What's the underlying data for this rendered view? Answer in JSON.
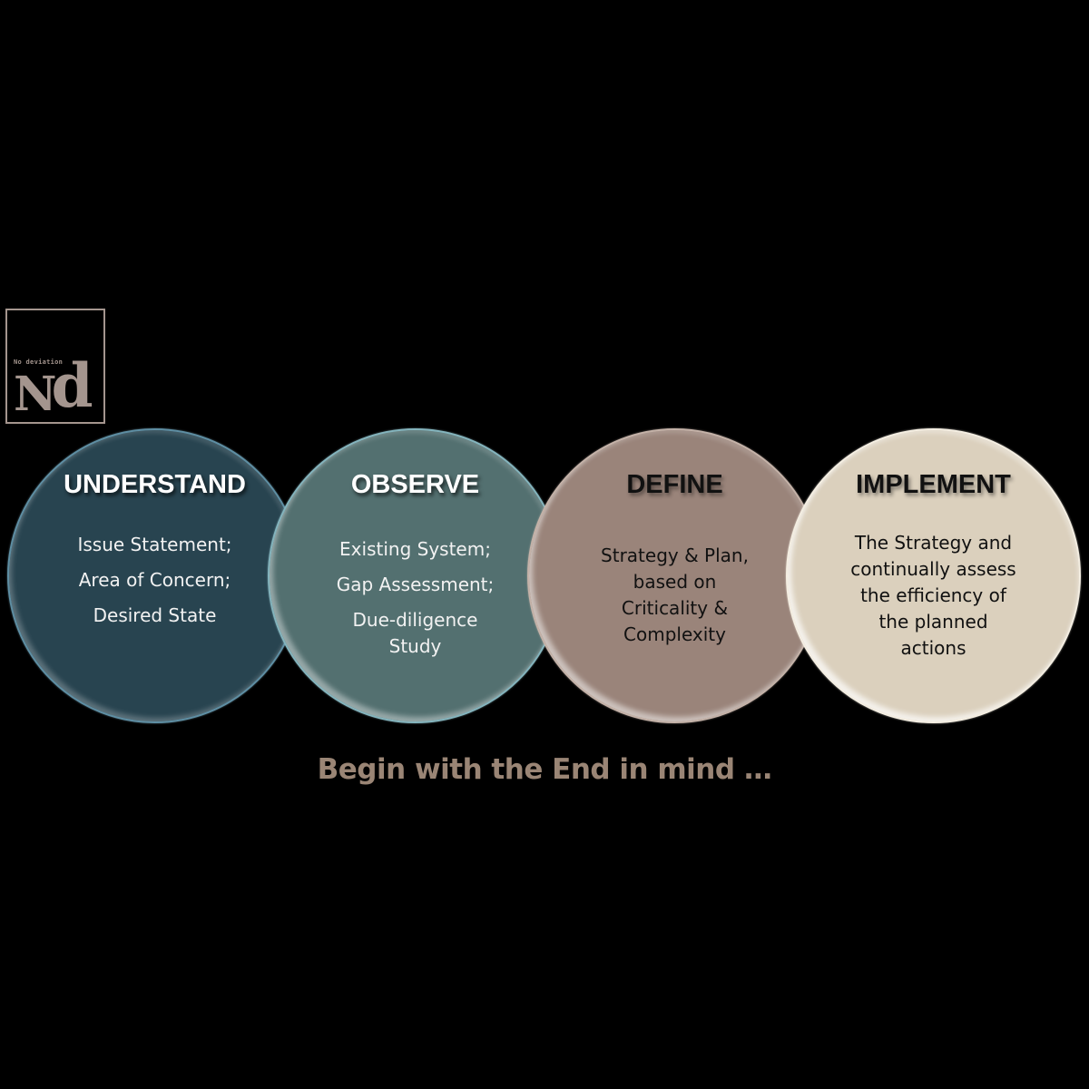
{
  "logo": {
    "small_text": "No deviation",
    "big_text_n": "N",
    "big_text_d": "d",
    "color": "#a4958e"
  },
  "stages": [
    {
      "title": "UNDERSTAND",
      "lines": [
        "Issue Statement;",
        "Area of Concern;",
        "Desired State"
      ],
      "color": "#284450"
    },
    {
      "title": "OBSERVE",
      "lines": [
        "Existing System;",
        "Gap Assessment;",
        "Due-diligence",
        "Study"
      ],
      "color": "#537070"
    },
    {
      "title": "DEFINE",
      "lines": [
        "Strategy & Plan,",
        "based on",
        "Criticality &",
        "Complexity"
      ],
      "color": "#9a847a"
    },
    {
      "title": "IMPLEMENT",
      "lines": [
        "The Strategy and",
        "continually assess",
        "the efficiency of",
        "the planned",
        "actions"
      ],
      "color": "#dbd0bd"
    }
  ],
  "tagline": {
    "text": "Begin with the End in mind …",
    "color": "#9a8575"
  }
}
